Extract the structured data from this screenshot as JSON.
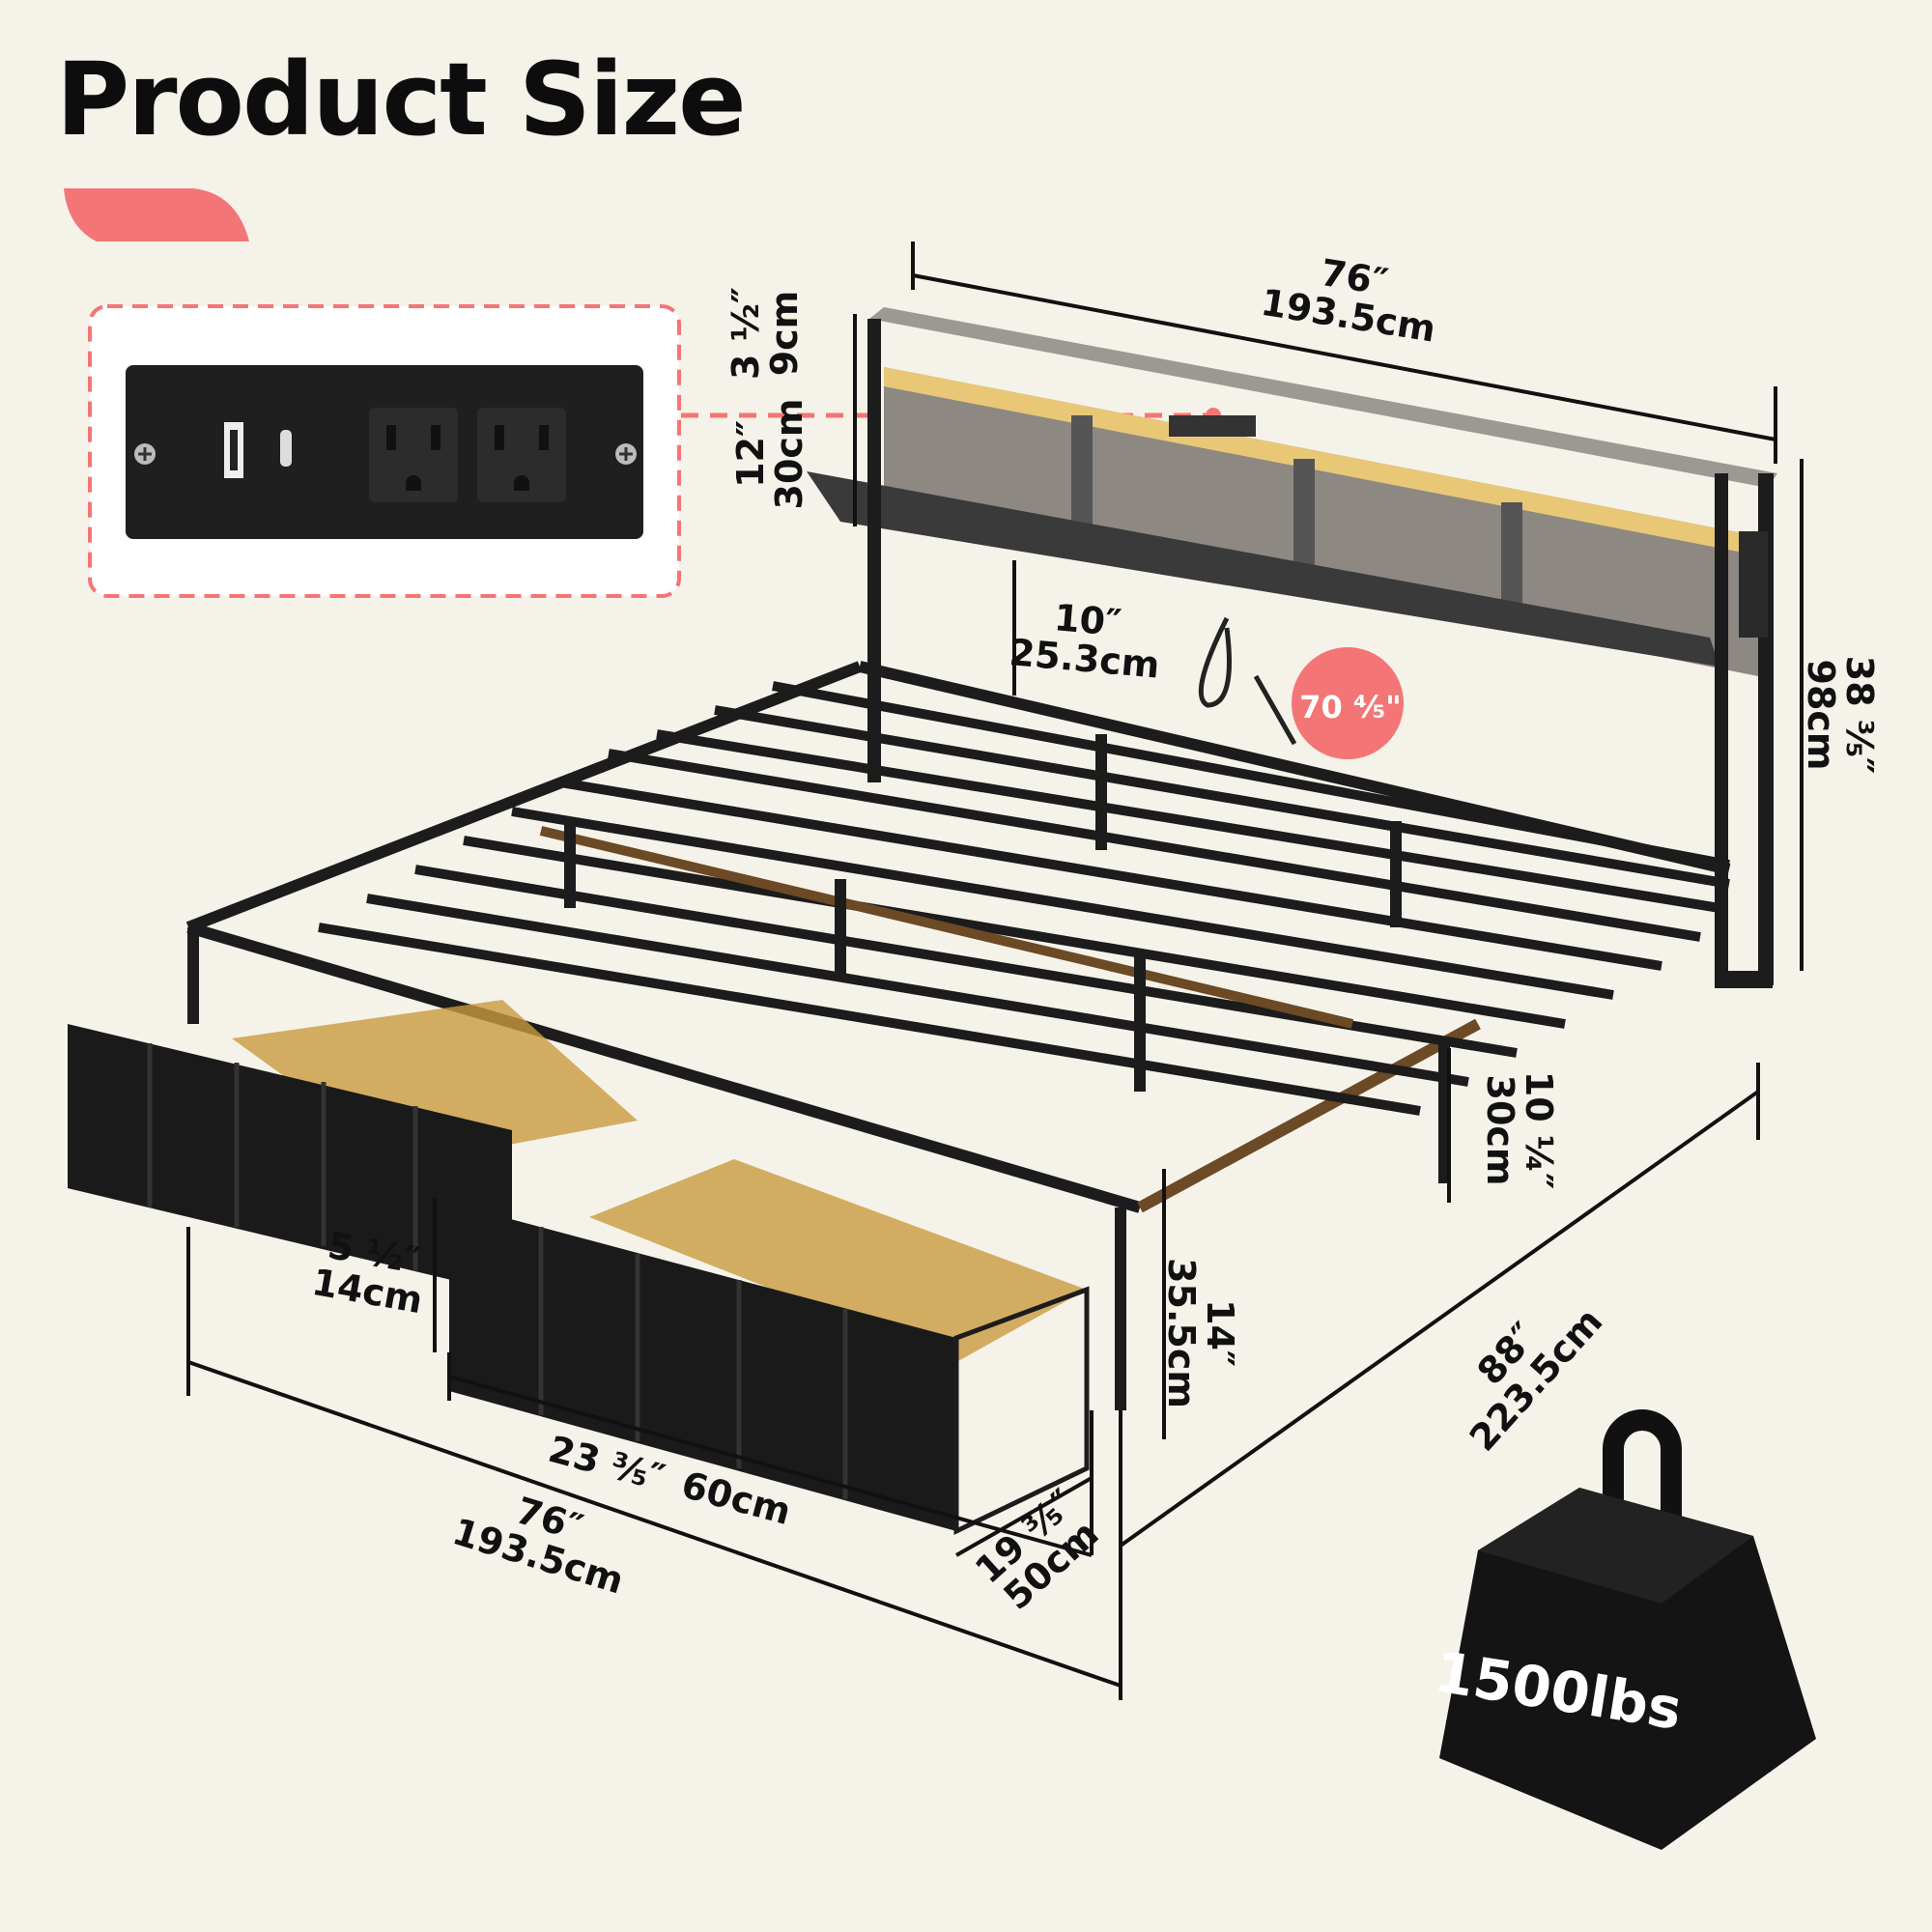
{
  "title": "Product Size",
  "colors": {
    "accent": "#f47575",
    "background": "#f5f2e9",
    "frame": "#1c1c1c",
    "wood": "#8e8a85"
  },
  "outlet_panel": {
    "icons": [
      "usb-a-port-icon",
      "usb-c-port-icon",
      "ac-outlet-icon",
      "ac-outlet-icon"
    ]
  },
  "dimensions": {
    "headboard_width": {
      "in": "76″",
      "cm": "193.5cm"
    },
    "shelf_height": {
      "in": "3 ½″",
      "cm": "9cm"
    },
    "storage_height": {
      "in": "12″",
      "cm": "30cm"
    },
    "headboard_clearance": {
      "in": "10″",
      "cm": "25.3cm"
    },
    "cord_length": "70 ⅘\"",
    "total_height": {
      "in": "38 ⅗″",
      "cm": "98cm"
    },
    "center_leg": {
      "in": "10 ¼″",
      "cm": "30cm"
    },
    "under_bed_clearance": {
      "in": "14″",
      "cm": "35.5cm"
    },
    "length": {
      "in": "88″",
      "cm": "223.5cm"
    },
    "drawer_height": {
      "in": "5 ½″",
      "cm": "14cm"
    },
    "drawer_width": {
      "in": "23 ⅗″",
      "cm": "60cm"
    },
    "bed_width": {
      "in": "76″",
      "cm": "193.5cm"
    },
    "drawer_depth": {
      "in": "19 ⅗″",
      "cm": "50cm"
    }
  },
  "weight_capacity": "1500lbs"
}
